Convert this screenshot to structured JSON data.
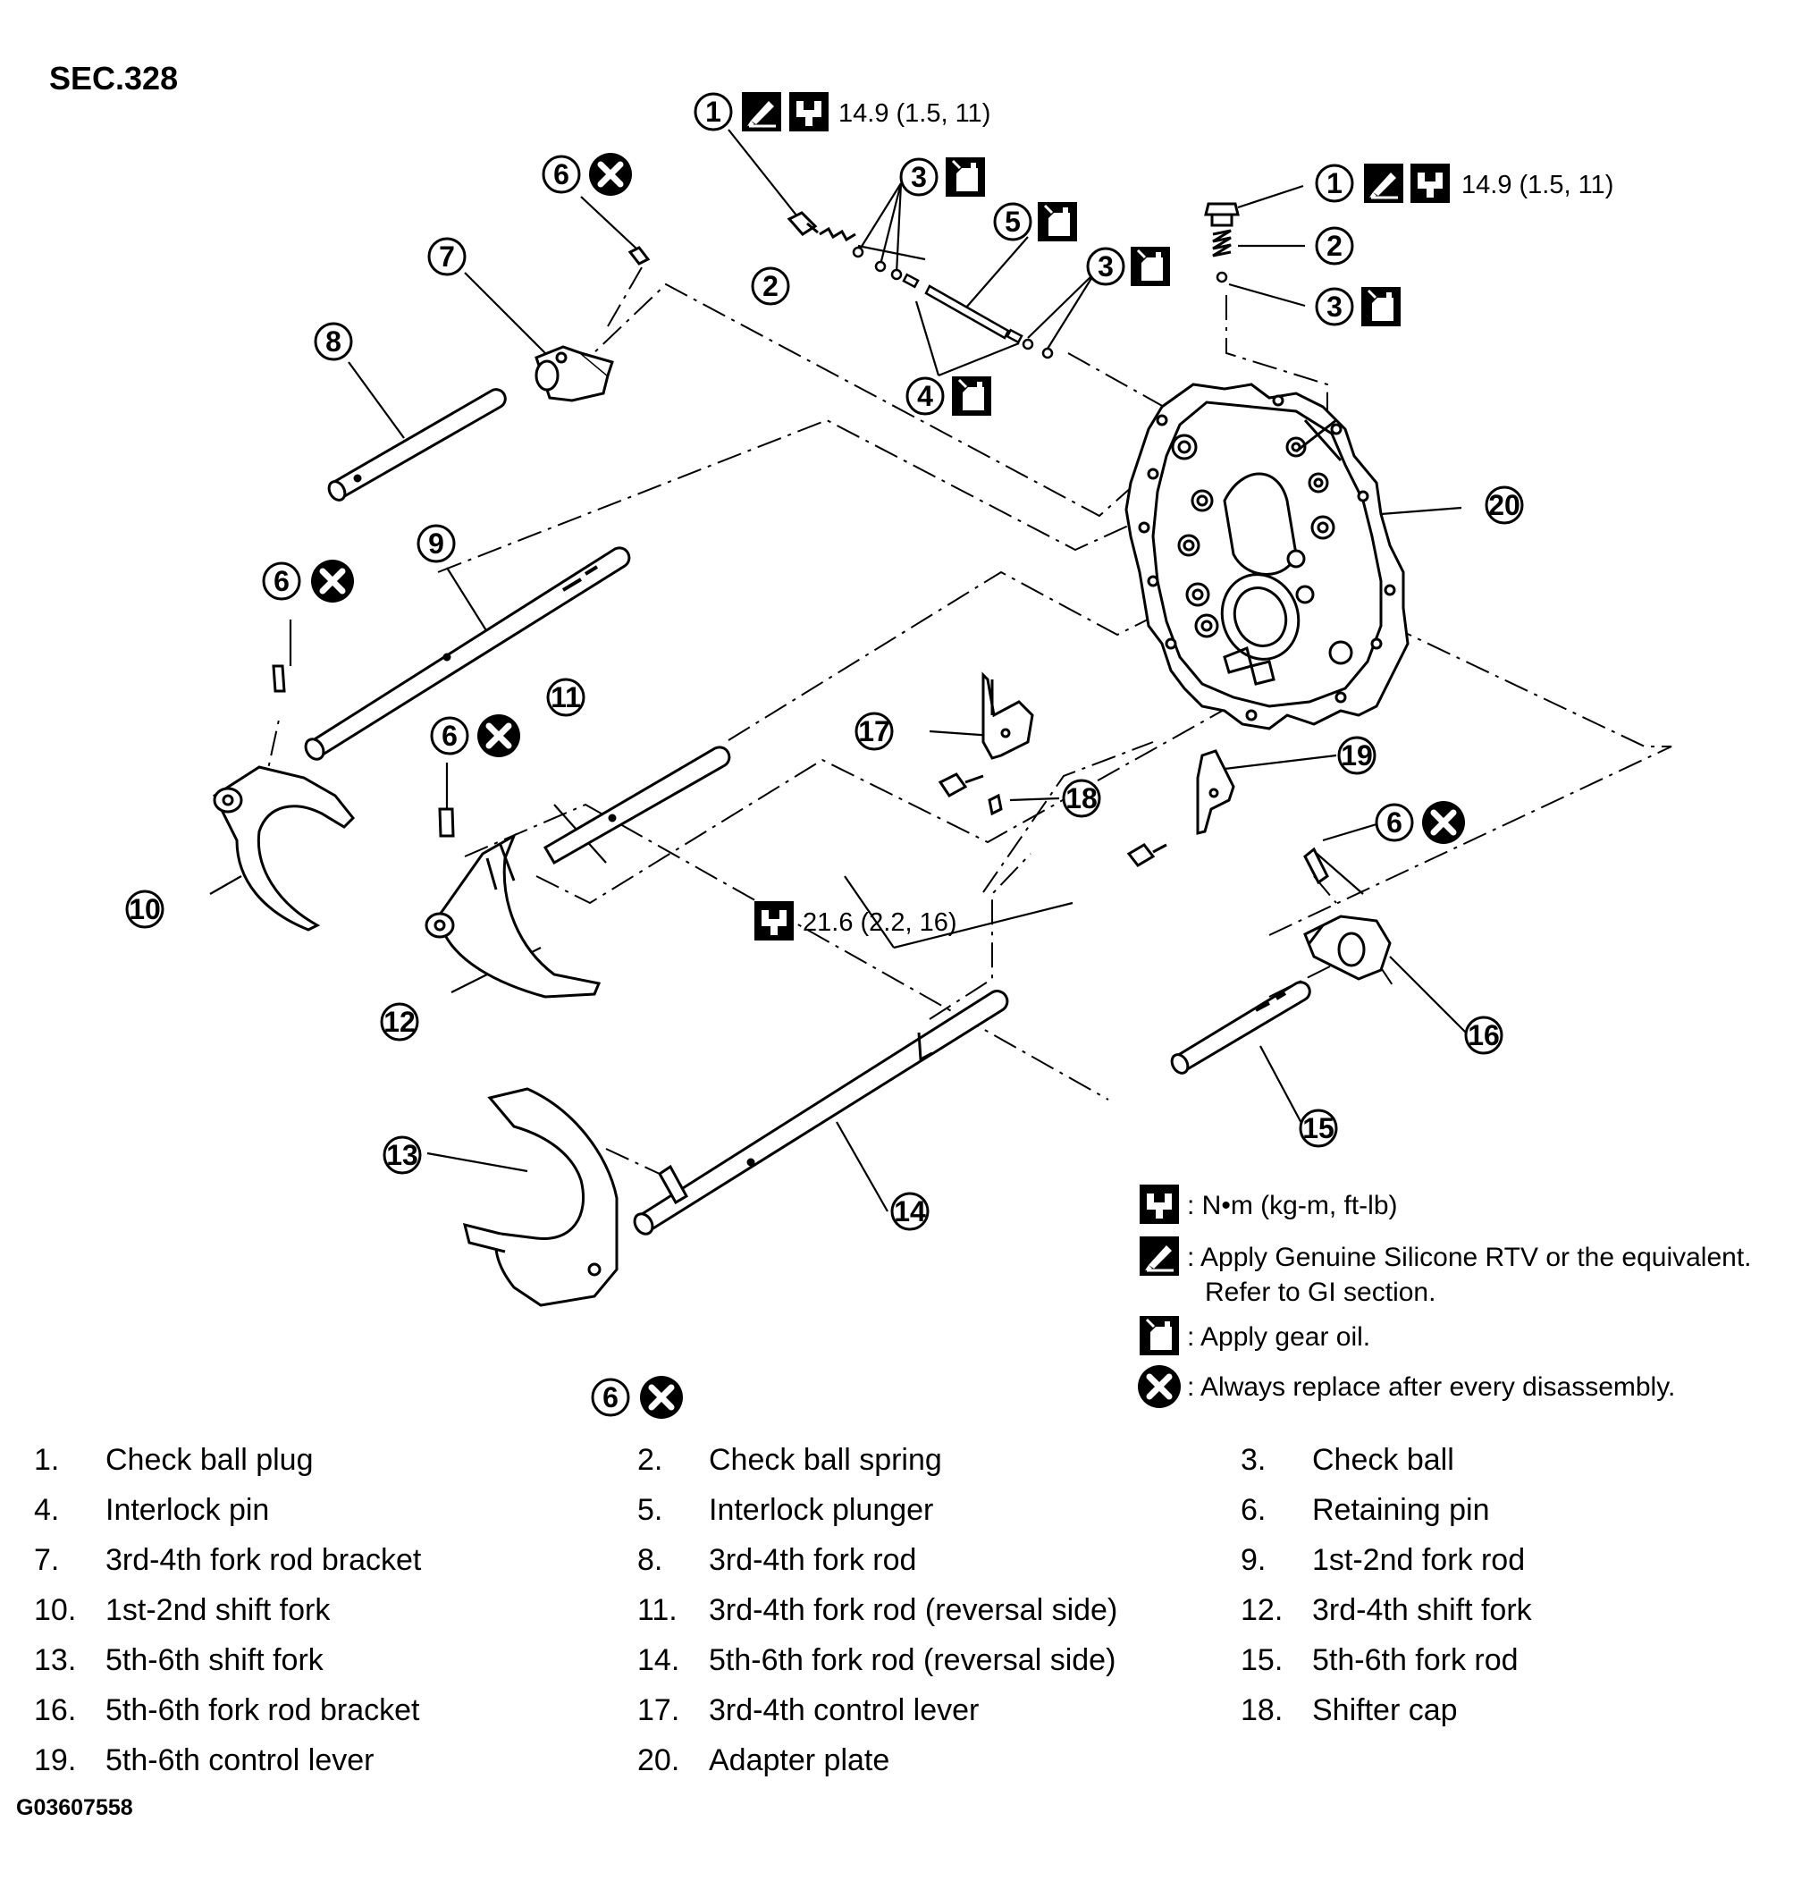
{
  "section": "SEC.328",
  "drawing_code": "G03607558",
  "callouts": {
    "c1": "1",
    "c2": "2",
    "c3": "3",
    "c4": "4",
    "c5": "5",
    "c6": "6",
    "c7": "7",
    "c8": "8",
    "c9": "9",
    "c10": "10",
    "c11": "11",
    "c12": "12",
    "c13": "13",
    "c14": "14",
    "c15": "15",
    "c16": "16",
    "c17": "17",
    "c18": "18",
    "c19": "19",
    "c20": "20"
  },
  "torque_specs": {
    "plug_left": "14.9  (1.5,  11)",
    "plug_right": "14.9  (1.5,  11)",
    "lever_bolts": "21.6 (2.2,  16)"
  },
  "legend": {
    "torque": ": N•m (kg-m, ft-lb)",
    "rtv_line1": ": Apply Genuine Silicone RTV or the equivalent.",
    "rtv_line2": "Refer to GI section.",
    "oil": ": Apply gear oil.",
    "replace": ": Always replace after every disassembly."
  },
  "parts": [
    {
      "n": "1.",
      "name": "Check ball plug"
    },
    {
      "n": "2.",
      "name": "Check ball spring"
    },
    {
      "n": "3.",
      "name": "Check ball"
    },
    {
      "n": "4.",
      "name": "Interlock pin"
    },
    {
      "n": "5.",
      "name": "Interlock plunger"
    },
    {
      "n": "6.",
      "name": "Retaining pin"
    },
    {
      "n": "7.",
      "name": "3rd-4th fork rod bracket"
    },
    {
      "n": "8.",
      "name": "3rd-4th fork rod"
    },
    {
      "n": "9.",
      "name": "1st-2nd fork rod"
    },
    {
      "n": "10.",
      "name": "1st-2nd shift fork"
    },
    {
      "n": "11.",
      "name": "3rd-4th fork rod (reversal side)"
    },
    {
      "n": "12.",
      "name": "3rd-4th shift fork"
    },
    {
      "n": "13.",
      "name": "5th-6th shift fork"
    },
    {
      "n": "14.",
      "name": "5th-6th fork rod (reversal side)"
    },
    {
      "n": "15.",
      "name": "5th-6th fork rod"
    },
    {
      "n": "16.",
      "name": "5th-6th fork rod bracket"
    },
    {
      "n": "17.",
      "name": "3rd-4th control lever"
    },
    {
      "n": "18.",
      "name": "Shifter cap"
    },
    {
      "n": "19.",
      "name": "5th-6th control lever"
    },
    {
      "n": "20.",
      "name": "Adapter plate"
    }
  ]
}
